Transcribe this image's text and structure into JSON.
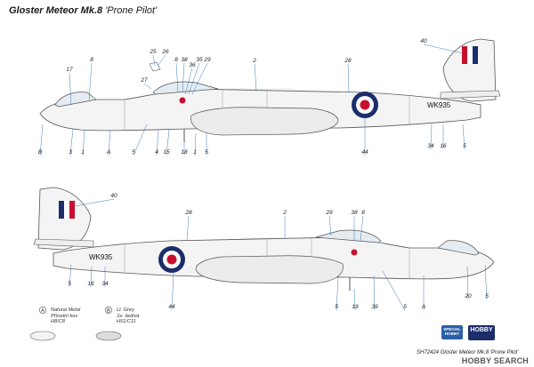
{
  "title": {
    "main": "Gloster Meteor Mk.8",
    "sub": "'Prone Pilot'"
  },
  "serial": "WK935",
  "callouts_top": [
    "25",
    "26",
    "27",
    "17",
    "8",
    "8",
    "38",
    "36",
    "35",
    "29",
    "2",
    "28",
    "40",
    "B",
    "3",
    "1",
    "A",
    "5",
    "4",
    "15",
    "18",
    "1",
    "5",
    "44",
    "34",
    "16",
    "5"
  ],
  "callouts_bottom": [
    "40",
    "28",
    "2",
    "29",
    "38",
    "8",
    "5",
    "16",
    "34",
    "44",
    "5",
    "19",
    "39",
    "5",
    "A",
    "20",
    "5"
  ],
  "legend": {
    "a_letter": "A",
    "a_text": [
      "Natural Metal",
      "Přírodní kov",
      "H8/C8"
    ],
    "b_letter": "B",
    "b_text": [
      "Lt. Grey",
      "Sv. šedivá",
      "H51/C11"
    ]
  },
  "logos": {
    "a": "SPECIAL HOBBY",
    "b": "HOBBY"
  },
  "bottom_ref": "SH72424  Gloster Meteor Mk.8 'Prone Pilot'",
  "watermark": "HOBBY SEARCH",
  "colors": {
    "roundel_red": "#c8102e",
    "roundel_blue": "#1c2d6b",
    "fin_flash_red": "#c8102e",
    "fin_flash_blue": "#1c2d6b",
    "aircraft_fill": "#f4f4f4",
    "outline": "#555555",
    "leader": "#2a6fb5"
  }
}
